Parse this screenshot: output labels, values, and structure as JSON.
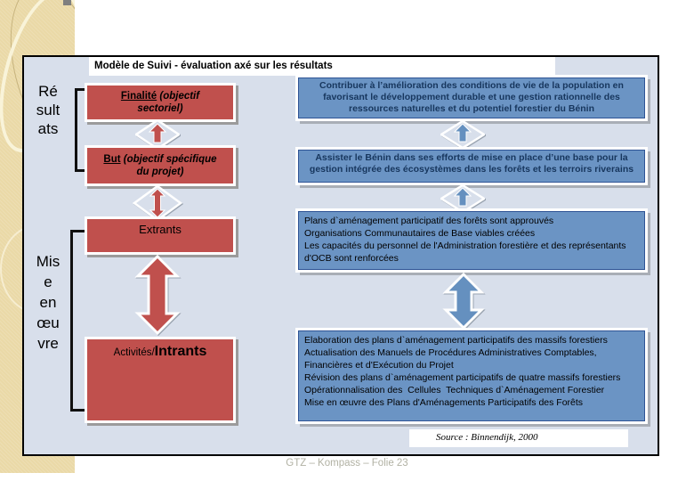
{
  "title": "Modèle de Suivi - évaluation axé sur les résultats",
  "side_labels": {
    "resultats": "Ré\nsult\nats",
    "mise_en_oeuvre": "Mis\ne\nen\nœu\nvre"
  },
  "logframe": {
    "finalite": {
      "lead": "Finalité",
      "rest": " (objectif sectoriel)"
    },
    "but": {
      "lead": "But",
      "rest": " (objectif spécifique du projet)"
    },
    "extrants": "Extrants",
    "activites": {
      "prefix": "Activités/",
      "main": "Intrants"
    }
  },
  "results": {
    "finalite_text": "Contribuer à l’amélioration des conditions de vie de la population en favorisant le développement durable et une gestion rationnelle des ressources naturelles et du potentiel forestier du Bénin",
    "but_text": "Assister le Bénin dans ses efforts de mise en place d’une base pour la gestion intégrée des écosystèmes dans les forêts et les terroirs riverains",
    "extrants_text": "Plans d`aménagement participatif des forêts sont approuvés\nOrganisations Communautaires de Base viables créées\nLes capacités du personnel de l'Administration forestière et des représentants d'OCB sont renforcées",
    "activites_text": "Elaboration des plans d`aménagement participatifs des massifs forestiers\nActualisation des Manuels de Procédures Administratives Comptables, Financières et d'Exécution du Projet\nRévision des plans d`aménagement participatifs de quatre massifs forestiers\nOpérationnalisation des  Cellules  Techniques d`Aménagement Forestier\nMise en œuvre des Plans d'Aménagements Participatifs des Forêts"
  },
  "source": "Source : Binnendijk, 2000",
  "footer": "GTZ – Kompass – Folie 23",
  "colors": {
    "logframe_box": "#c0504d",
    "results_box": "#6b94c4",
    "slide_background": "#d8dfeb",
    "sidebar_band": "#ead9a7",
    "navy_text": "#17365d"
  }
}
